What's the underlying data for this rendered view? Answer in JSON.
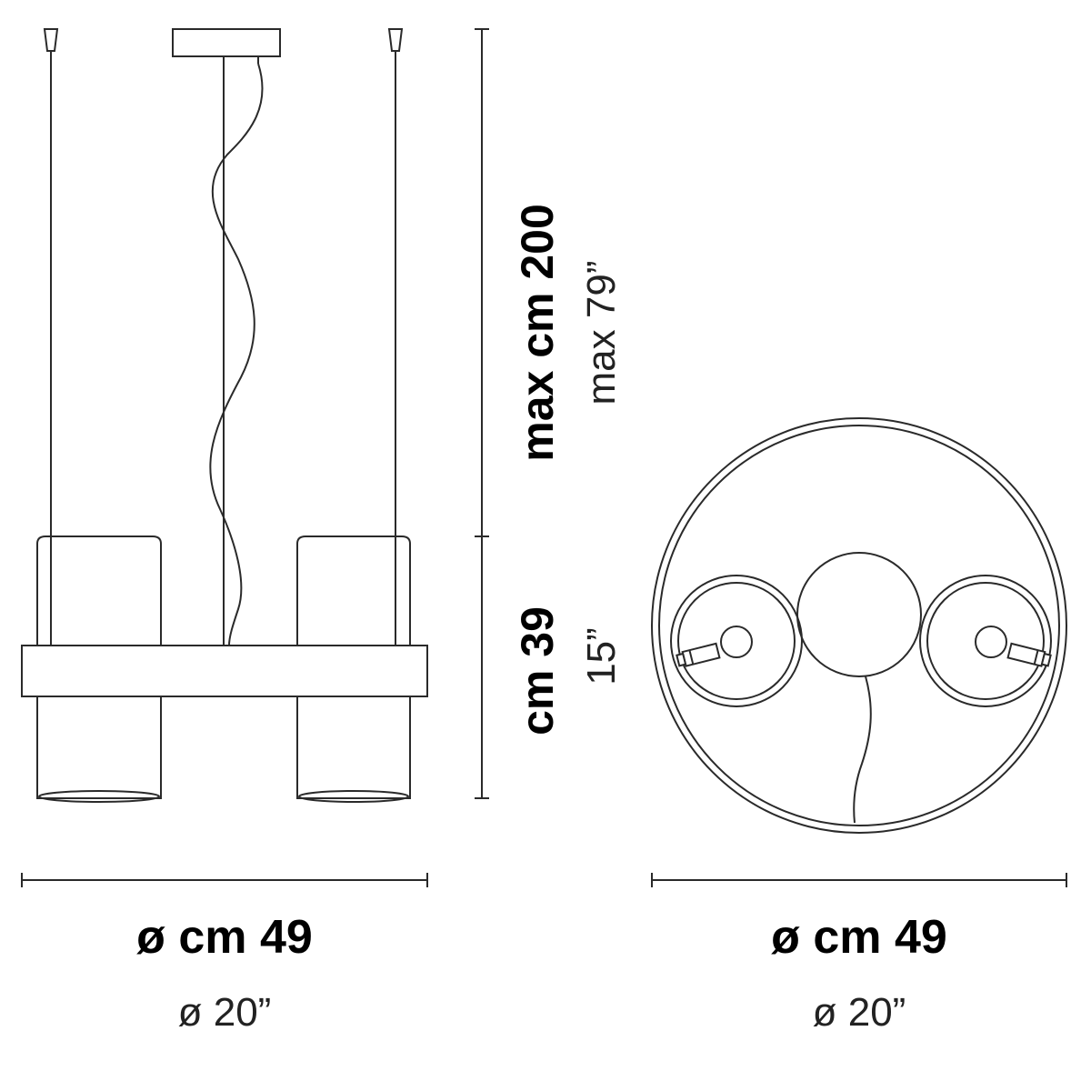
{
  "dimensions": {
    "front_width_metric": "ø cm 49",
    "front_width_imperial": "ø 20”",
    "top_width_metric": "ø cm 49",
    "top_width_imperial": "ø 20”",
    "cable_height_metric": "max cm 200",
    "cable_height_imperial": "max 79”",
    "body_height_metric": "cm 39",
    "body_height_imperial": "15”"
  },
  "colors": {
    "line": "#2a2a2a",
    "background": "#ffffff"
  }
}
